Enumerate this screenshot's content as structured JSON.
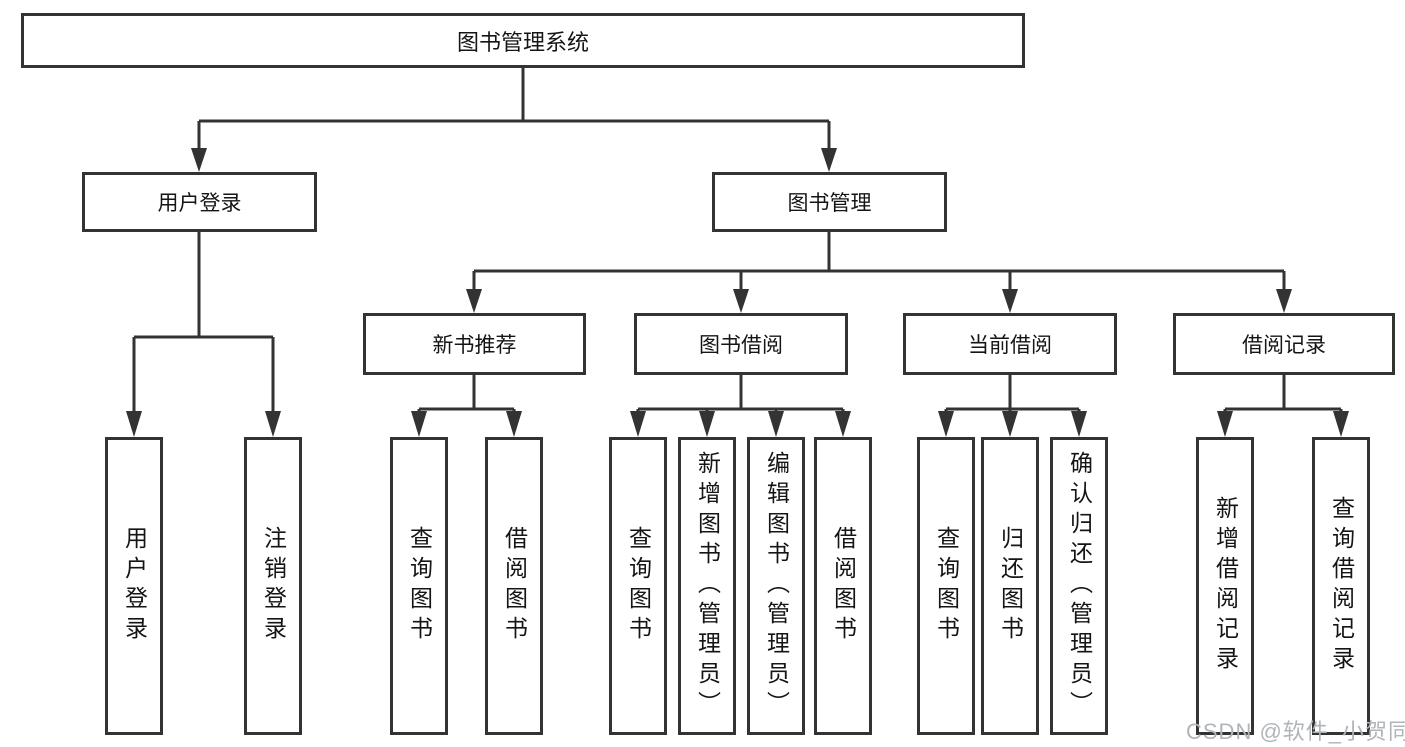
{
  "diagram_title": "图书管理系统",
  "nodes": {
    "root": "图书管理系统",
    "l2": [
      "用户登录",
      "图书管理"
    ],
    "l3": [
      "新书推荐",
      "图书借阅",
      "当前借阅",
      "借阅记录"
    ],
    "leaves_login": [
      "用户登录",
      "注销登录"
    ],
    "leaves_recommend": [
      "查询图书",
      "借阅图书"
    ],
    "leaves_borrow": [
      "查询图书",
      "新增图书（管理员）",
      "编辑图书（管理员）",
      "借阅图书"
    ],
    "leaves_current": [
      "查询图书",
      "归还图书",
      "确认归还（管理员）"
    ],
    "leaves_records": [
      "新增借阅记录",
      "查询借阅记录"
    ]
  },
  "watermark": "CSDN @软件_小贺同学",
  "colors": {
    "line": "#333333",
    "text": "#151515",
    "box_bg": "#ffffff",
    "watermark": "#b0b5ba"
  }
}
